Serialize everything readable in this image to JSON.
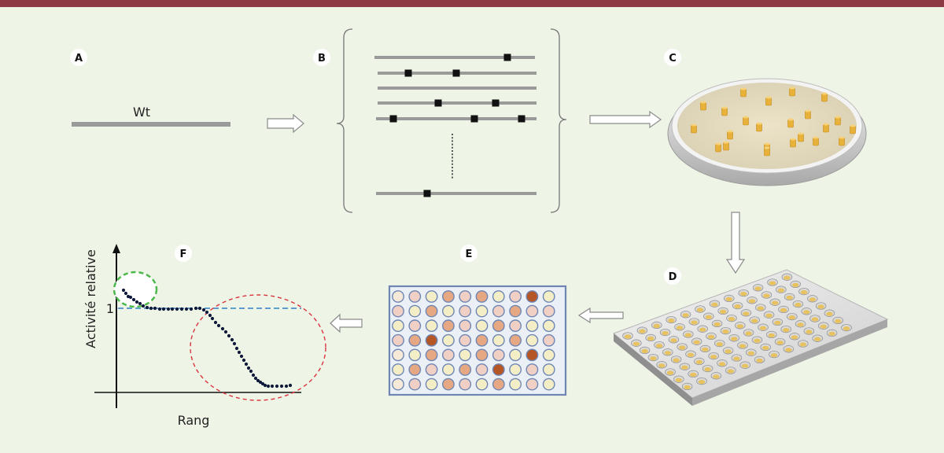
{
  "panels": {
    "a": {
      "badge": "A",
      "wt_label": "Wt"
    },
    "b": {
      "badge": "B"
    },
    "c": {
      "badge": "C"
    },
    "d": {
      "badge": "D"
    },
    "e": {
      "badge": "E"
    },
    "f": {
      "badge": "F",
      "y_axis_label": "Activité relative",
      "y_tick_label": "1",
      "x_axis_label": "Rang"
    }
  },
  "colors": {
    "top_bar": "#8c3b45",
    "background": "#eef4e6",
    "gene_line": "#9a9a9a",
    "mutation": "#111111",
    "green_circle": "#4cb84c",
    "red_circle": "#d9343e",
    "blue_dash": "#2f7fc8",
    "well_outline": "#6f86b5"
  }
}
